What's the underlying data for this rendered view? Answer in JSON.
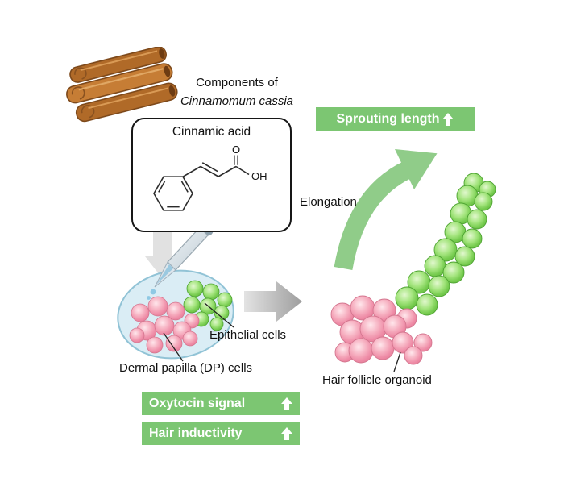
{
  "header": {
    "components_line1": "Components of",
    "components_line2": "Cinnamomum cassia"
  },
  "compound": {
    "title": "Cinnamic acid",
    "atom_o": "O",
    "atom_oh": "OH"
  },
  "badges": {
    "sprouting_label": "Sprouting length",
    "oxytocin_label": "Oxytocin signal",
    "inductivity_label": "Hair inductivity",
    "arrow_icon": "up-arrow"
  },
  "annotations": {
    "elongation": "Elongation",
    "epithelial_cells": "Epithelial cells",
    "dp_cells": "Dermal papilla (DP) cells",
    "hair_follicle_organoid": "Hair follicle organoid"
  },
  "colors": {
    "badge_green": "#7cc672",
    "arrow_green": "#90cc89",
    "cell_pink": "#f2a0b5",
    "cell_green": "#7bce53",
    "cinnamon_brown": "#c07a33",
    "process_arrow_gray": "#bdbdbd",
    "organoid_shell_blue": "#d7ecf4"
  },
  "icons": {
    "cinnamon_sticks": "cinnamon-sticks-icon",
    "pipette": "pipette-icon",
    "up_arrow": "up-arrow-icon",
    "elongation_arrow": "curved-up-arrow-icon",
    "process_arrow": "right-arrow-icon",
    "treatment_arrow": "down-arrow-icon"
  }
}
